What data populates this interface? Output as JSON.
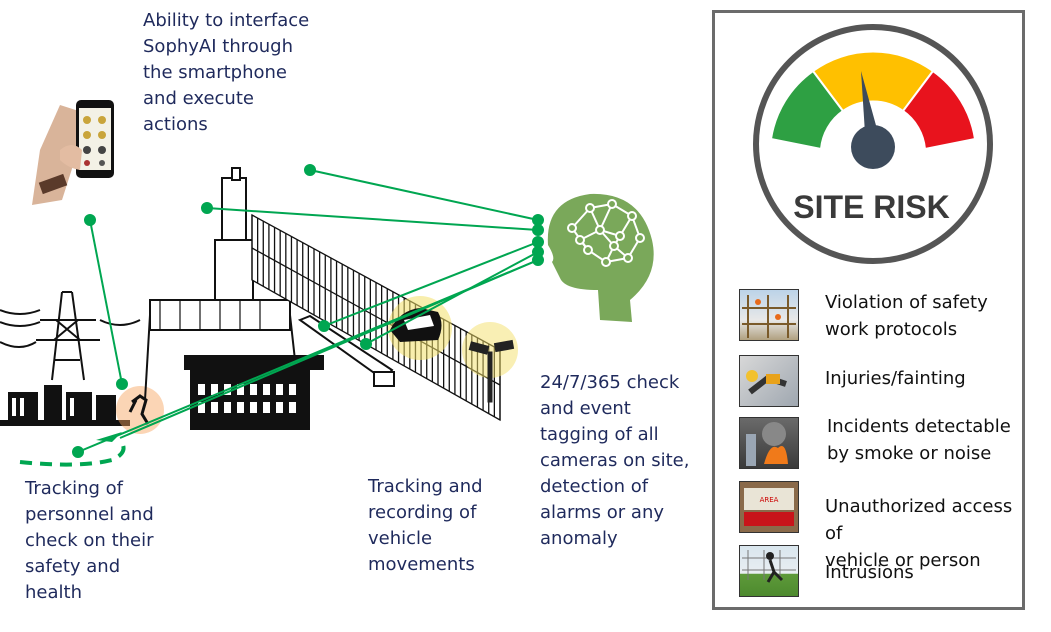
{
  "captions": {
    "phone": "Ability to interface\nSophyAI through\nthe smartphone\nand execute\nactions",
    "tracking": "Tracking of\npersonnel and\ncheck on their\nsafety and\nhealth",
    "vehicle": "Tracking and\nrecording of\nvehicle\nmovements",
    "cameras": "24/7/365 check\nand event\ntagging of all\ncameras on site,\ndetection of\nalarms or any\nanomaly"
  },
  "risk_panel": {
    "title": "SITE RISK",
    "gauge_colors": {
      "low": "#2ea043",
      "medium": "#ffc000",
      "high": "#e8131d",
      "needle": "#3d4b5c"
    },
    "items": [
      {
        "label": "Violation of safety\nwork protocols",
        "icon": "scaffold-workers-icon"
      },
      {
        "label": "Injuries/fainting",
        "icon": "fallen-worker-icon"
      },
      {
        "label": "Incidents detectable\nby smoke or noise",
        "icon": "fire-smoke-icon"
      },
      {
        "label": "Unauthorized access of\nvehicle or person",
        "icon": "restricted-area-sign-icon"
      },
      {
        "label": "Intrusions",
        "icon": "fence-climber-icon"
      }
    ]
  },
  "colors": {
    "link_line": "#00a651",
    "brain": "#7aa85a",
    "caption_text": "#1f2a5c"
  }
}
